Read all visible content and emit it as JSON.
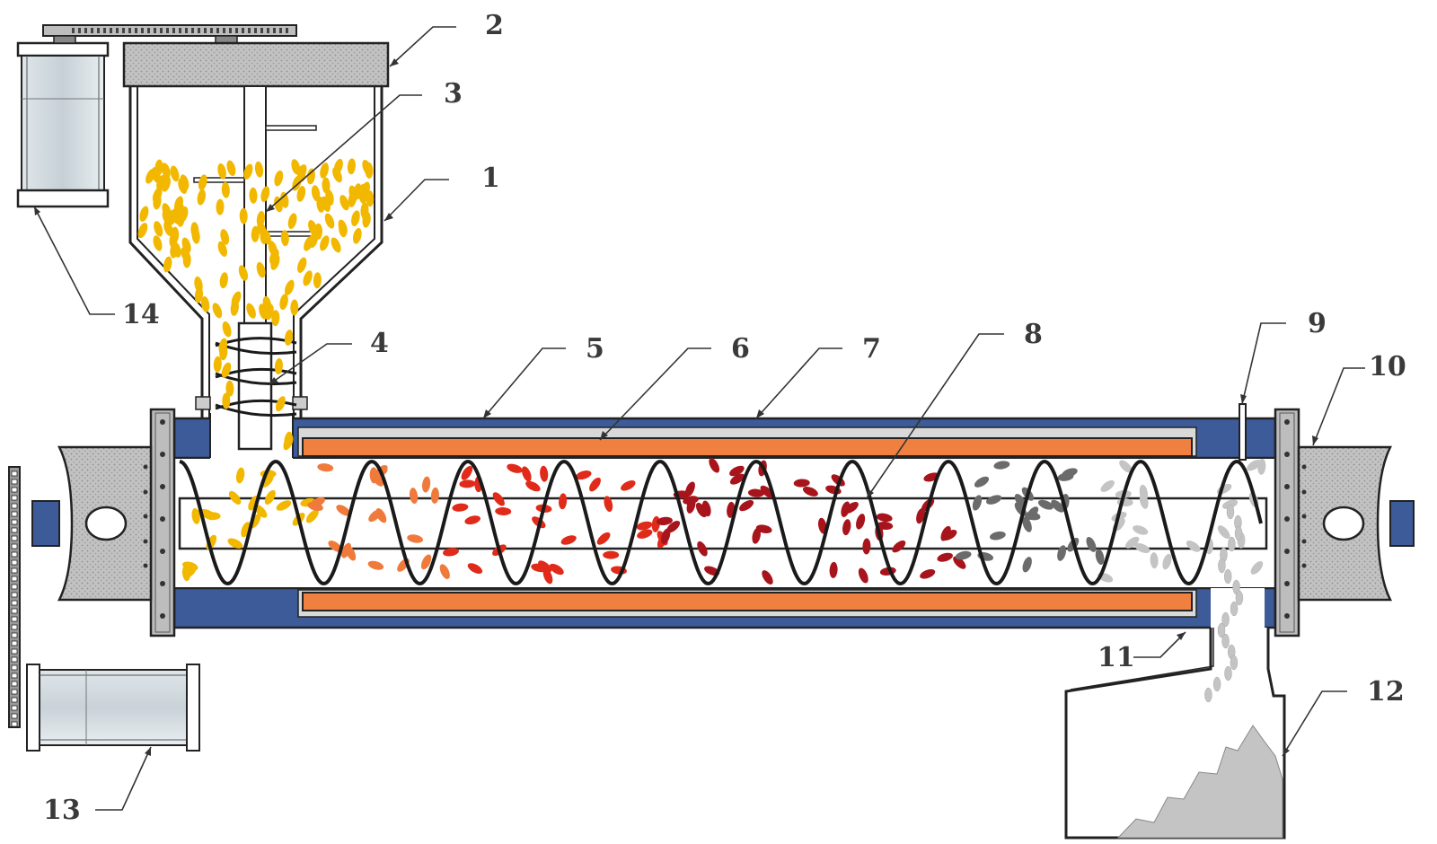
{
  "callouts": [
    {
      "id": "1",
      "label": "1"
    },
    {
      "id": "2",
      "label": "2"
    },
    {
      "id": "3",
      "label": "3"
    },
    {
      "id": "4",
      "label": "4"
    },
    {
      "id": "5",
      "label": "5"
    },
    {
      "id": "6",
      "label": "6"
    },
    {
      "id": "7",
      "label": "7"
    },
    {
      "id": "8",
      "label": "8"
    },
    {
      "id": "9",
      "label": "9"
    },
    {
      "id": "10",
      "label": "10"
    },
    {
      "id": "11",
      "label": "11"
    },
    {
      "id": "12",
      "label": "12"
    },
    {
      "id": "13",
      "label": "13"
    },
    {
      "id": "14",
      "label": "14"
    }
  ],
  "colors": {
    "jacket": "#3d5a99",
    "heater": "#f08040",
    "housing": "#bdbdbd",
    "granule_raw": "#f2b800",
    "granule_stage1": "#f07a3c",
    "granule_stage2": "#e02a1a",
    "granule_stage3": "#a8141c",
    "granule_stage4": "#6b6b6b",
    "granule_stage5": "#c4c4c4",
    "outline": "#222222"
  }
}
